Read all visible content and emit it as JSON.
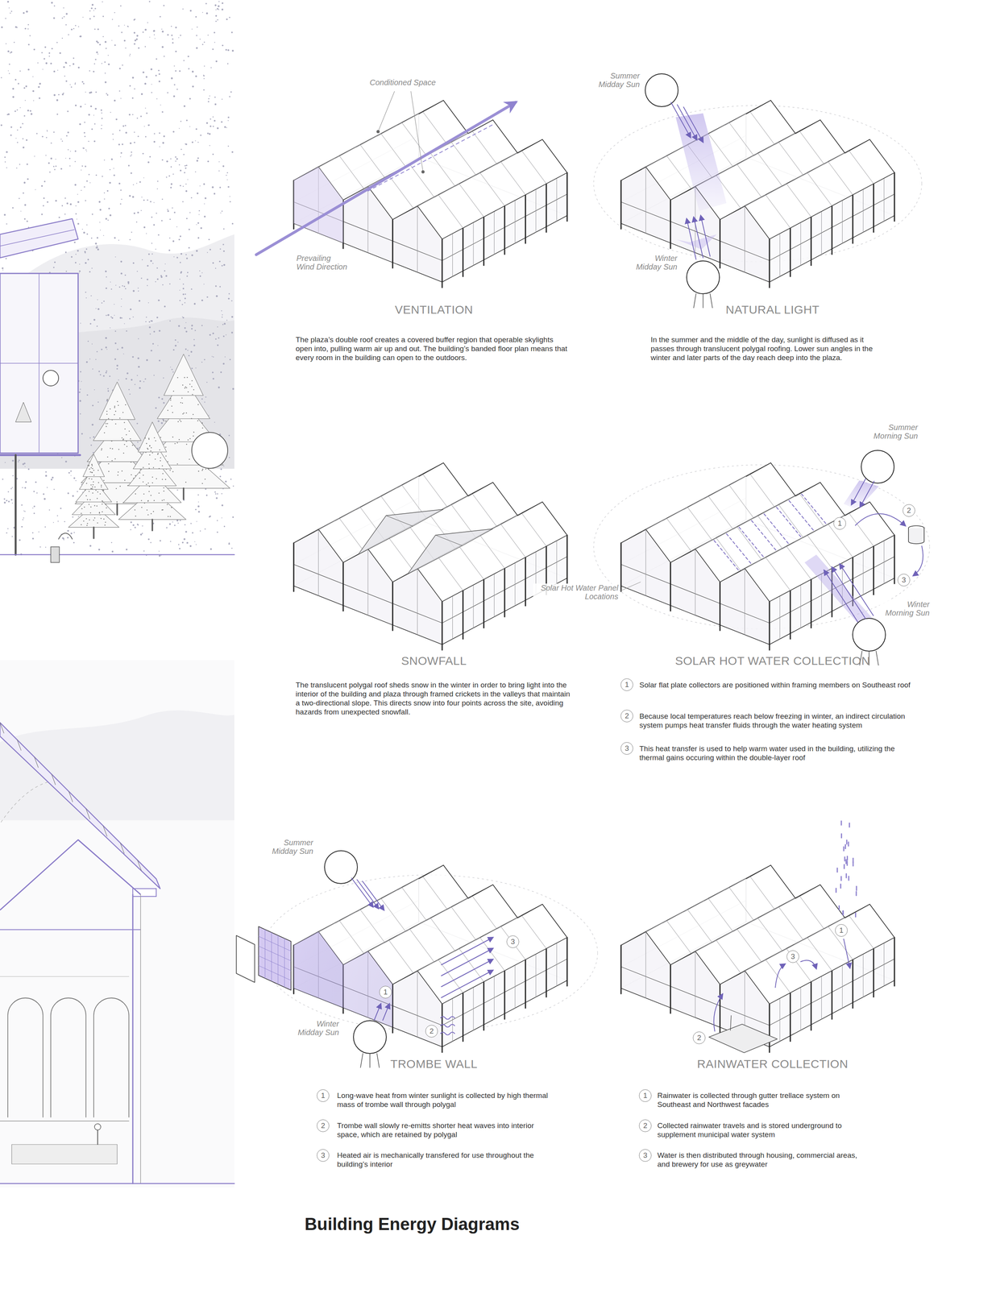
{
  "diagram": {
    "title": "Building Energy Diagrams",
    "labels": [
      "Conditioned Space",
      "Prevailing Wind Direction",
      "VENTILATION",
      "The plaza’s double roof creates a covered buffer region that operable skylights open into, pulling warm air up and out. The building’s banded floor plan means that every room in the building can open to the outdoors.",
      "Summer Midday Sun",
      "Winter Midday Sun",
      "NATURAL LIGHT",
      "In the summer and the middle of the day, sunlight is diffused as it passes through translucent polygal roofing. Lower sun angles in the winter and later parts of the day reach deep into the plaza.",
      "SNOWFALL",
      "The translucent polygal roof sheds snow in the winter in order to bring light into the interior of the building and plaza through framed crickets in the valleys that maintain a two-directional slope. This directs snow into four points across the site, avoiding hazards from unexpected snowfall.",
      "Summer Morning Sun",
      "1",
      "2",
      "3",
      "Solar Hot Water Panel Locations",
      "Winter Morning Sun",
      "SOLAR HOT WATER COLLECTION",
      "1",
      "Solar flat plate collectors are positioned within framing members on Southeast roof",
      "2",
      "Because local temperatures reach below freezing in winter, an indirect circulation system pumps heat transfer fluids through the water heating system",
      "3",
      "This heat transfer is used to help warm water used in the building, utilizing the thermal gains occuring within the double-layer roof",
      "Summer Midday Sun",
      "3",
      "1",
      "2",
      "Winter Midday Sun",
      "TROMBE WALL",
      "1",
      "Long-wave heat from winter sunlight is collected by high thermal mass of trombe wall through polygal",
      "2",
      "Trombe wall slowly re-emitts shorter heat waves into interior space, which are retained by polygal",
      "3",
      "Heated air is mechanically transfered for use throughout the building’s interior",
      "1",
      "3",
      "2",
      "RAINWATER COLLECTION",
      "1",
      "Rainwater is collected through gutter trellace system on Southeast and Northwest facades",
      "2",
      "Collected rainwater travels and is stored underground to supplement municipal water system",
      "3",
      "Water is then distributed through housing, commercial areas, and brewery for use as greywater"
    ]
  }
}
